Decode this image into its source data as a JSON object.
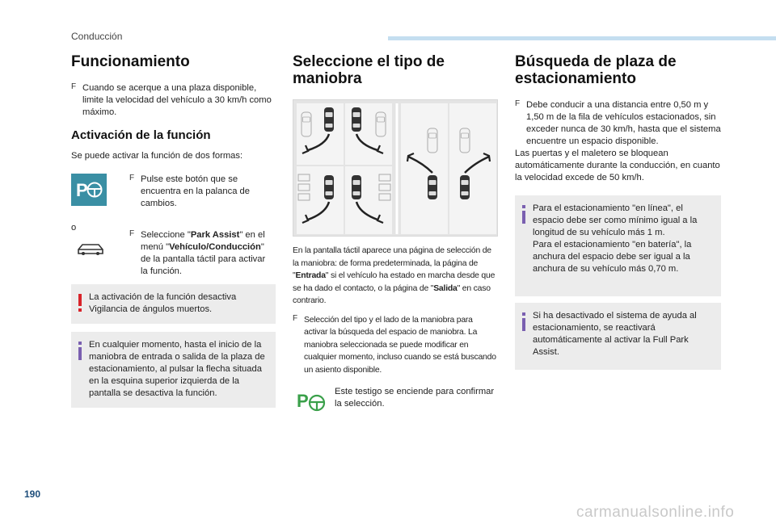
{
  "header": {
    "section": "Conducción"
  },
  "page_number": "190",
  "watermark": "carmanualsonline.info",
  "col1": {
    "title": "Funcionamiento",
    "bullet1": "Cuando se acerque a una plaza disponible, limite la velocidad del vehículo a 30 km/h como máximo.",
    "subtitle": "Activación de la función",
    "intro": "Se puede activar la función de dos formas:",
    "option1": "Pulse este botón que se encuentra en la palanca de cambios.",
    "or_word": "o",
    "option2_pre": "Seleccione \"",
    "option2_bold1": "Park Assist",
    "option2_mid": "\" en el menú \"",
    "option2_bold2": "Vehículo/Conducción",
    "option2_post": "\" de la pantalla táctil para activar la función.",
    "warning": "La activación de la función desactiva Vigilancia de ángulos muertos.",
    "info": "En cualquier momento, hasta el inicio de la maniobra de entrada o salida de la plaza de estacionamiento, al pulsar la flecha situada en la esquina superior izquierda de la pantalla se desactiva la función."
  },
  "col2": {
    "title": "Seleccione el tipo de maniobra",
    "para_pre": "En la pantalla táctil aparece una página de selección de la maniobra: de forma predeterminada, la página de \"",
    "para_bold1": "Entrada",
    "para_mid": "\" si el vehículo ha estado en marcha desde que se ha dado el contacto, o la página de \"",
    "para_bold2": "Salida",
    "para_post": "\" en caso contrario.",
    "bullet": "Selección del tipo y el lado de la maniobra para activar la búsqueda del espacio de maniobra. La maniobra seleccionada se puede modificar en cualquier momento, incluso cuando se está buscando un asiento disponible.",
    "lamp_text": "Este testigo se enciende para confirmar la selección."
  },
  "col3": {
    "title": "Búsqueda de plaza de estacionamiento",
    "bullet": "Debe conducir a una distancia entre 0,50 m y 1,50 m de la fila de vehículos estacionados, sin exceder nunca de 30 km/h, hasta que el sistema encuentre un espacio disponible.",
    "para": "Las puertas y el maletero se bloquean automáticamente durante la conducción, en cuanto la velocidad excede de 50 km/h.",
    "info1_a": "Para el estacionamiento \"en línea\", el espacio debe ser como mínimo igual a la longitud de su vehículo más 1 m.",
    "info1_b": "Para el estacionamiento \"en batería\", la anchura del espacio debe ser igual a la anchura de su vehículo más 0,70 m.",
    "info2": "Si ha desactivado el sistema de ayuda al estacionamiento, se reactivará automáticamente al activar la Full Park Assist."
  },
  "icons": {
    "bullet_marker": "F",
    "park_assist": "park-assist-icon",
    "vehicle": "car-outline-icon",
    "warning": "exclamation-icon",
    "info": "info-icon",
    "lamp": "park-assist-indicator-icon"
  },
  "colors": {
    "accent_teal": "#3a8fa4",
    "warning_red": "#d8232a",
    "info_purple": "#7a5fb0",
    "note_bg": "#ececec",
    "lamp_green": "#3aa04a"
  }
}
